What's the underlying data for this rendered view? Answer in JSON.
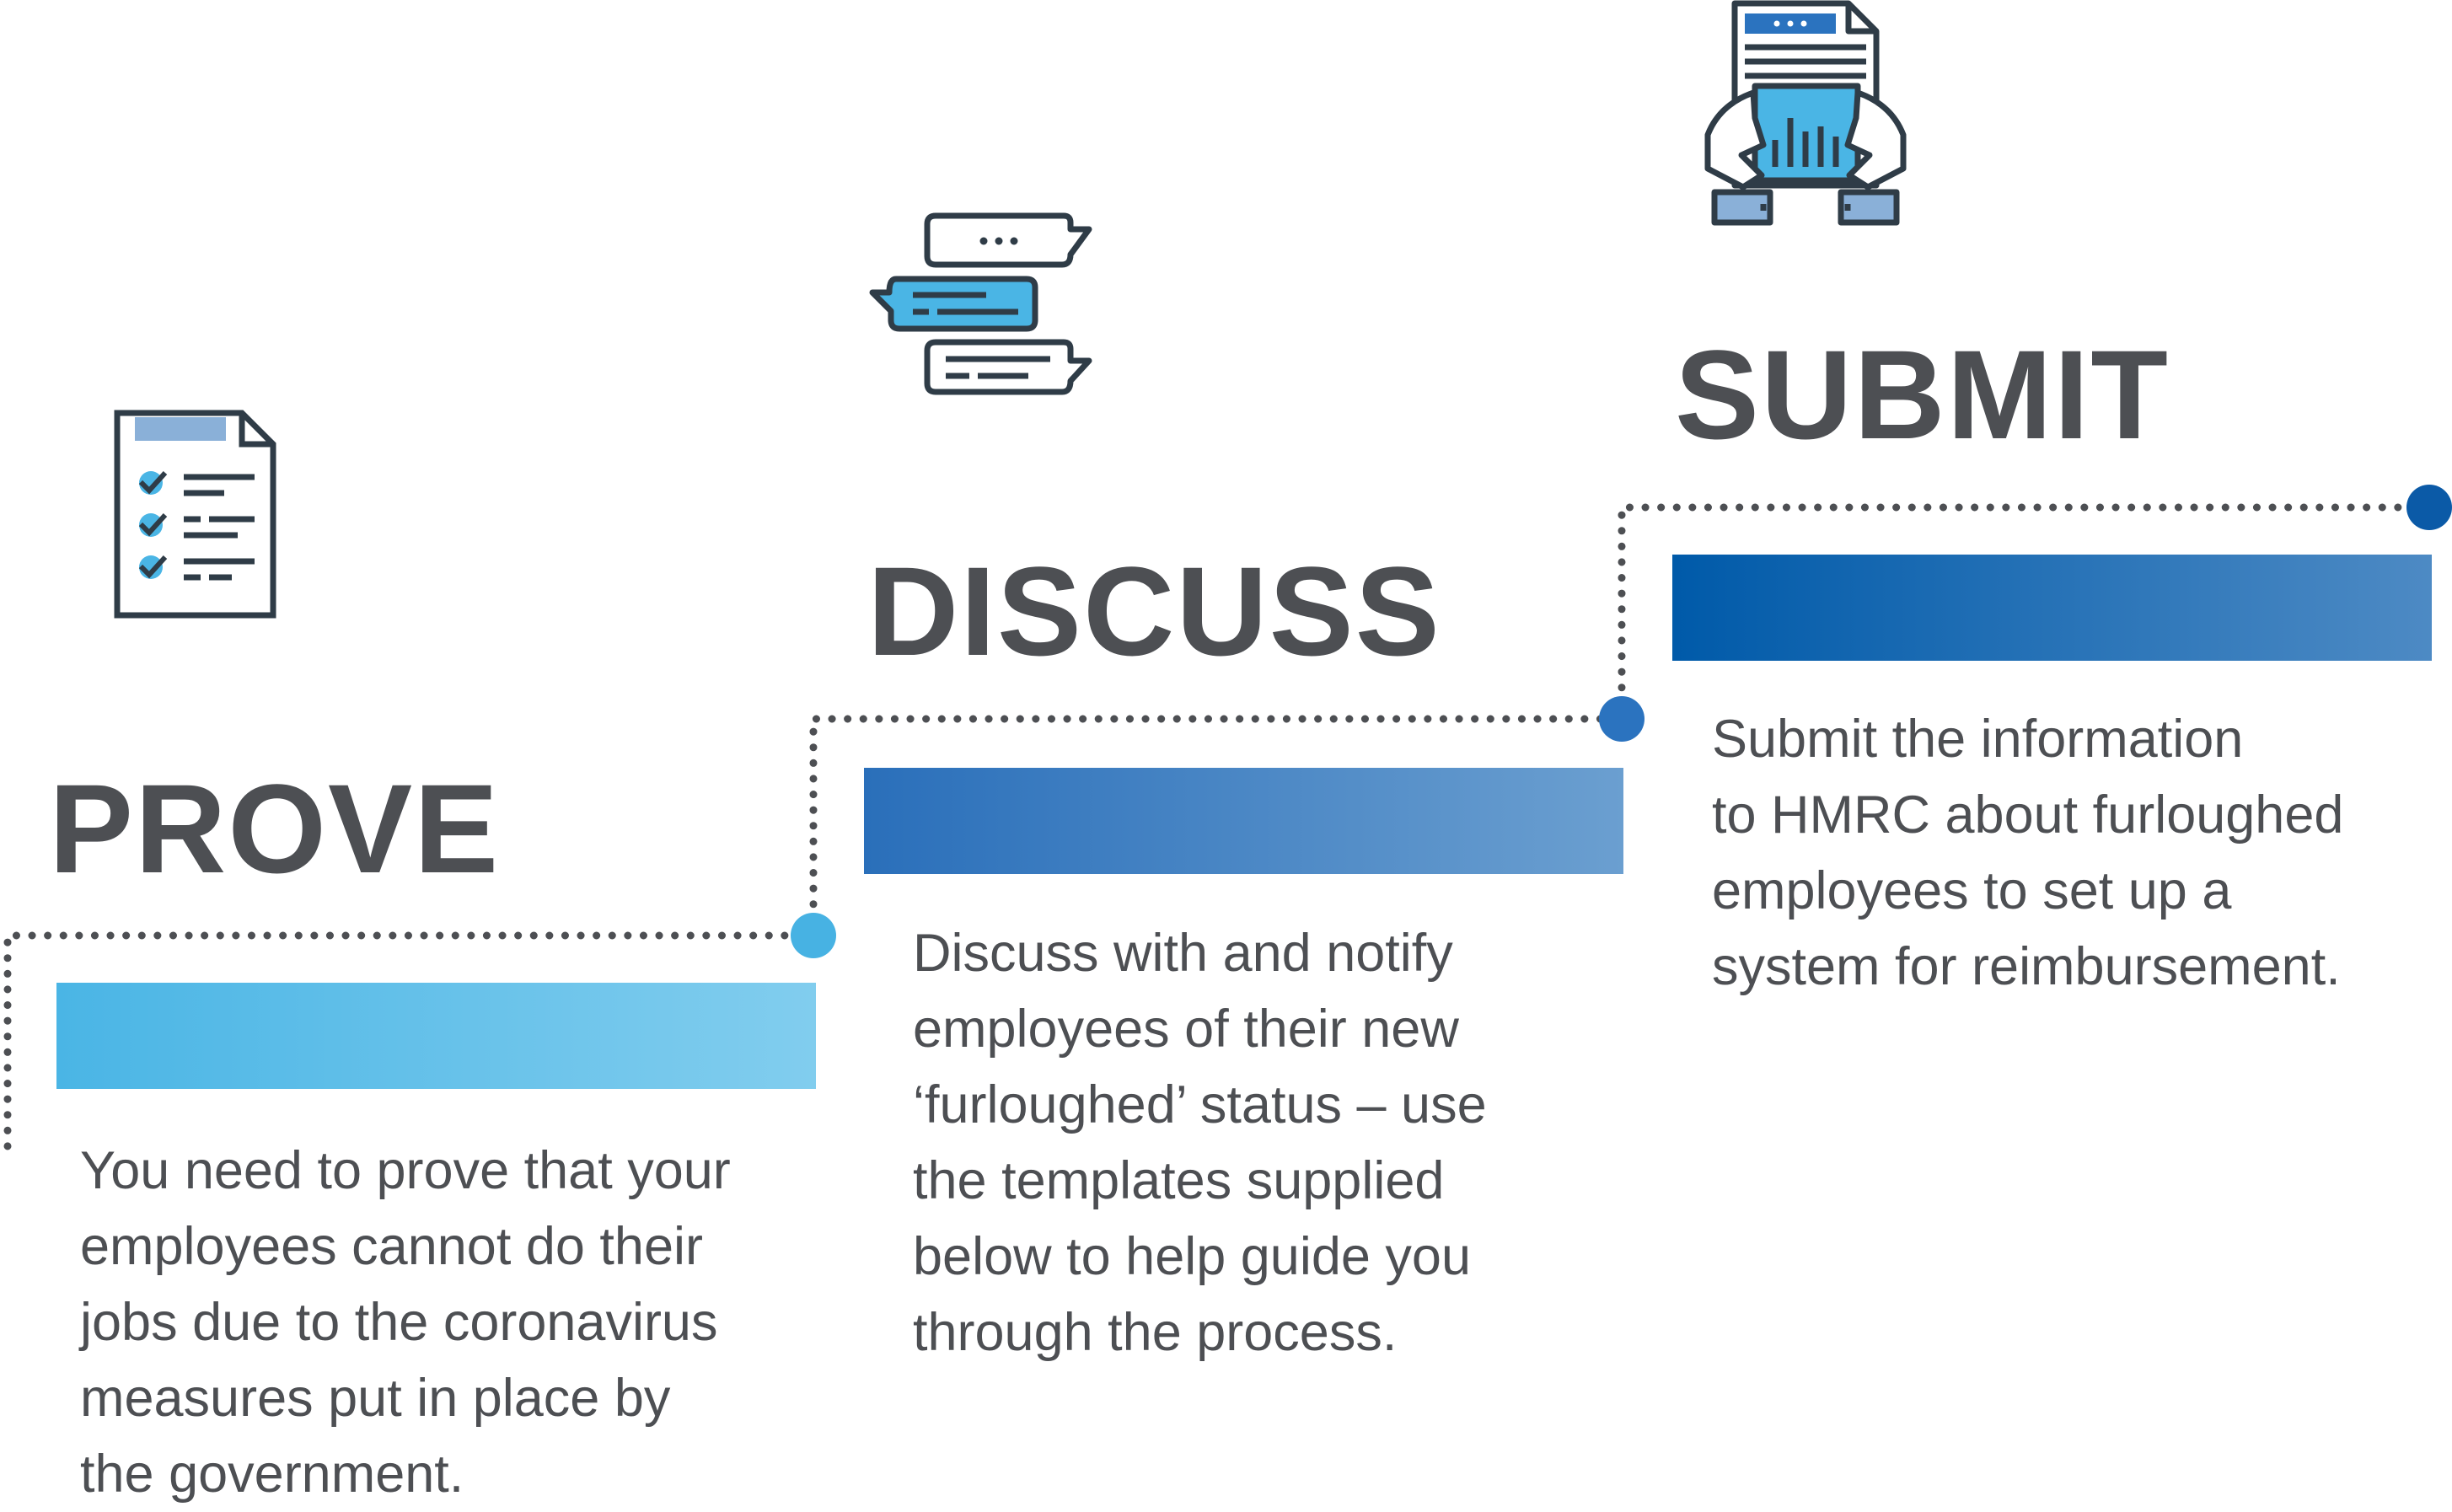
{
  "steps": [
    {
      "title": "PROVE",
      "text": "You need to prove that your\nemployees cannot do their\njobs due to the coronavirus\nmeasures put in place by\nthe government.",
      "icon": "checklist-document-icon",
      "bar_colors": [
        "#4ab5e5",
        "#81cdee"
      ],
      "node_color": "#47b2e3"
    },
    {
      "title": "DISCUSS",
      "text": "Discuss with and notify\nemployees of their new\n‘furloughed’ status – use\nthe templates supplied\nbelow to help guide you\nthrough the process.",
      "icon": "chat-bubbles-icon",
      "bar_colors": [
        "#2a6fba",
        "#6b9fd0"
      ],
      "node_color": "#2b73bf"
    },
    {
      "title": "SUBMIT",
      "text": "Submit the information\n to HMRC about furloughed\nemployees to set up a\nsystem for reimbursement.",
      "icon": "tablet-report-icon",
      "bar_colors": [
        "#005aa9",
        "#4d8ac4"
      ],
      "node_color": "#0b5aa7"
    }
  ],
  "colors": {
    "text": "#4d4f53",
    "icon_outline": "#2f3c47",
    "icon_fill": "#4ab5e5",
    "icon_pale": "#8ab0d8",
    "dots": "#4d4f53"
  }
}
